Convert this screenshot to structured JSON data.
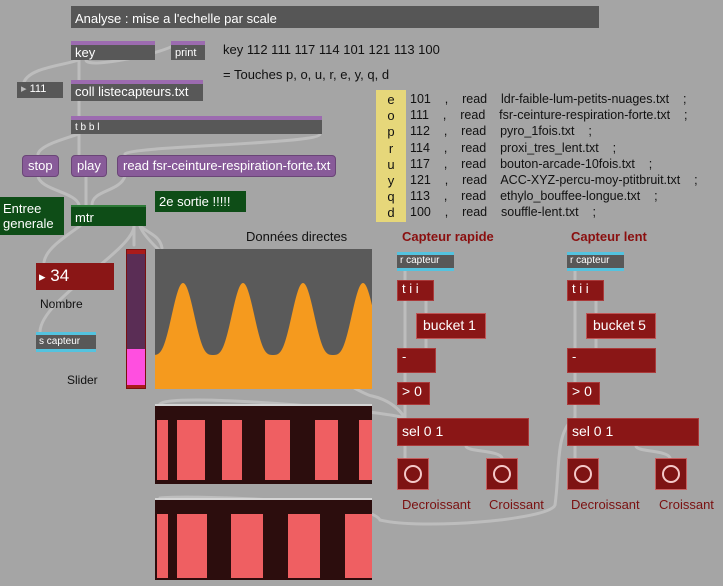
{
  "title": "Analyse : mise a l'echelle par scale",
  "objects": {
    "key": "key",
    "print": "print",
    "number_111": "111",
    "coll": "coll listecapteurs.txt",
    "tbbl": "t b b l",
    "stop": "stop",
    "play": "play",
    "read_msg": "read fsr-ceinture-respiration-forte.txt",
    "entree": "Entree generale",
    "mtr": "mtr",
    "deuxieme": "2e sortie !!!!!",
    "nombre_value": "34",
    "s_capteur": "s capteur",
    "r_capteur_rapide": "r capteur",
    "r_capteur_lent": "r capteur",
    "tii": "t i i",
    "bucket1": "bucket 1",
    "bucket5": "bucket 5",
    "minus": "-",
    "gt0": "> 0",
    "sel01": "sel 0 1"
  },
  "comments": {
    "key_line": "key 112 111 117 114 101 121 113 100",
    "touches": "= Touches p, o, u, r, e, y, q, d",
    "nombre": "Nombre",
    "slider": "Slider",
    "donnees": "Données directes",
    "capteur_rapide": "Capteur rapide",
    "capteur_lent": "Capteur lent",
    "decroissant": "Decroissant",
    "croissant": "Croissant"
  },
  "listing": {
    "letters": [
      "e",
      "o",
      "p",
      "r",
      "u",
      "y",
      "q",
      "d"
    ],
    "lines": [
      "101    ,    read    ldr-faible-lum-petits-nuages.txt    ;",
      "111    ,    read    fsr-ceinture-respiration-forte.txt    ;",
      "112    ,    read    pyro_1fois.txt    ;",
      "114    ,    read    proxi_tres_lent.txt    ;",
      "117    ,    read    bouton-arcade-10fois.txt    ;",
      "121    ,    read    ACC-XYZ-percu-moy-ptitbruit.txt    ;",
      "113    ,    read    ethylo_bouffee-longue.txt    ;",
      "100    ,    read    souffle-lent.txt    ;"
    ]
  },
  "slider_level": 0.4,
  "colors": {
    "background": "#a5a5a5",
    "wave": "#f59a1e",
    "scope_bg": "#5a5a5a",
    "toggle_pink": "#ff4fe0",
    "gate_on": "#ef5f62",
    "gate_off": "#2c0d0d",
    "accent_red": "#8a1616"
  }
}
